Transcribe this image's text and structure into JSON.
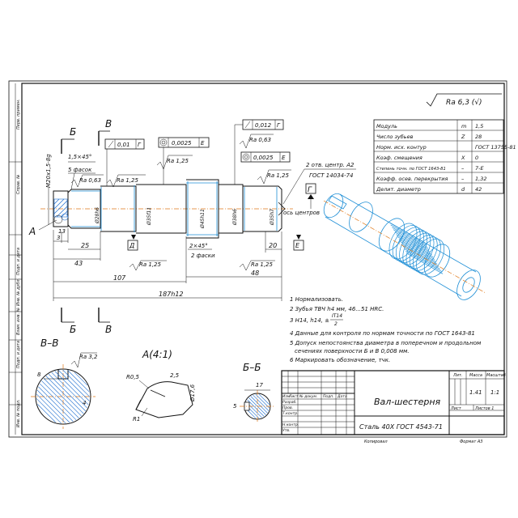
{
  "roughness_general": "Ra 6,3 (√)",
  "params": [
    {
      "name": "Модуль",
      "sym": "m",
      "val": "1,5"
    },
    {
      "name": "Число зубьев",
      "sym": "Z",
      "val": "28"
    },
    {
      "name": "Норм. исх. контур",
      "sym": "",
      "val": "ГОСТ 13755-81"
    },
    {
      "name": "Коэф. смещения",
      "sym": "X",
      "val": "0"
    },
    {
      "name": "Степень точн. по ГОСТ 1643-81",
      "sym": "–",
      "val": "7-Е"
    },
    {
      "name": "Коэфф. осев. перекрытия",
      "sym": "–",
      "val": "1,32"
    },
    {
      "name": "Делит. диаметр",
      "sym": "d",
      "val": "42"
    }
  ],
  "side_labels": [
    "Перв. примен.",
    "Справ. №",
    "Подп. и дата",
    "Инв. № дубл.",
    "Взам. инв. №",
    "Подп. и дата",
    "Инв. № подл."
  ],
  "notes": [
    "1 Нормализовать.",
    "2 Зубья ТВЧ h4 мм, 46...51 HRC.",
    "3 H14, h14, ±",
    "IT14",
    "2",
    "4 Данные для контроля по нормам точности по ГОСТ 1643-81",
    "5 Допуск непостоянства диаметра в поперечном и продольном",
    "сечениях поверхности Б и В 0,008 мм.",
    "6 Маркировать обозначение, тчк."
  ],
  "title_block": {
    "part_name": "Вал-шестерня",
    "material": "Сталь 40Х ГОСТ 4543-71",
    "lit_label": "Лит.",
    "mass_label": "Масса",
    "scale_label": "Масштаб",
    "mass": "1.41",
    "scale": "1:1",
    "sheet_label": "Лист",
    "sheets_label": "Листов 1",
    "row_labels": [
      "Изм",
      "Лист",
      "№ докум.",
      "Подп.",
      "Дата"
    ],
    "role_labels": [
      "Разраб.",
      "Пров.",
      "Т.контр.",
      "",
      "Н.контр.",
      "Утв."
    ],
    "copied": "Копировал",
    "format": "Формат A3"
  },
  "main_view": {
    "sect_b": "Б",
    "sect_v": "В",
    "datum_a": "А",
    "datum_g": "Г",
    "datum_d": "Д",
    "datum_e": "Е",
    "chamfer1": "1,5×45°",
    "chamfer1_note": "5 фасок",
    "thread": "М20х1,5-8g",
    "ra063_a": "Ra 0,63",
    "ra125_a": "Ra 1,25",
    "ra125_b": "Ra 1,25",
    "ra125_c": "Ra 1,25",
    "ra125_d": "Ra 1,25",
    "ra125_e": "Ra 1,25",
    "ra063_b": "Ra 0,63",
    "tol1_val": "0,01",
    "tol1_ref": "Г",
    "tol2_val": "0,0025",
    "tol2_ref": "Е",
    "tol3_val": "0,012",
    "tol3_ref": "Г",
    "tol4_val": "0,0025",
    "tol4_ref": "Е",
    "d1": "Ø28h6",
    "d2": "Ø35f11",
    "d3": "Ø45h11",
    "d4": "Ø38h6",
    "d5": "Ø35h7",
    "center_holes_1": "2 отв. центр. А2",
    "center_holes_2": "ГОСТ 14034-74",
    "center_axis": "ось центров",
    "chamfer2": "2×45°",
    "chamfer2_note": "2 фаски",
    "dim_3": "3",
    "dim_13": "13",
    "dim_25": "25",
    "dim_43": "43",
    "dim_20": "20",
    "dim_48": "48",
    "dim_107": "107",
    "dim_total": "187h12"
  },
  "section_vv": {
    "title": "В–В",
    "ra": "Ra 3,2",
    "dim_8": "8",
    "dim_4": "4"
  },
  "detail_a": {
    "title": "А(4:1)",
    "r05": "R0,5",
    "r1": "R1",
    "dim_25": "2,5",
    "dim_d": "Ø17,6"
  },
  "section_bb": {
    "title": "Б–Б",
    "dim_17": "17",
    "dim_5": "5"
  }
}
